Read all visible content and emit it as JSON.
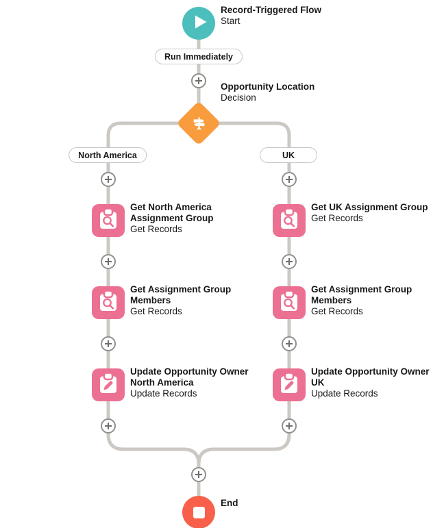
{
  "flow": {
    "start": {
      "title": "Record-Triggered Flow",
      "subtitle": "Start"
    },
    "run_badge": "Run Immediately",
    "decision": {
      "title": "Opportunity Location",
      "subtitle": "Decision"
    },
    "branches": [
      {
        "label": "North America",
        "nodes": [
          {
            "title": "Get North America Assignment Group",
            "subtitle": "Get Records",
            "type": "get-records"
          },
          {
            "title": "Get Assignment Group Members",
            "subtitle": "Get Records",
            "type": "get-records"
          },
          {
            "title": "Update Opportunity Owner North America",
            "subtitle": "Update Records",
            "type": "update-records"
          }
        ]
      },
      {
        "label": "UK",
        "nodes": [
          {
            "title": "Get UK Assignment Group",
            "subtitle": "Get Records",
            "type": "get-records"
          },
          {
            "title": "Get Assignment Group Members",
            "subtitle": "Get Records",
            "type": "get-records"
          },
          {
            "title": "Update Opportunity Owner UK",
            "subtitle": "Update Records",
            "type": "update-records"
          }
        ]
      }
    ],
    "end": {
      "title": "End"
    },
    "colors": {
      "start_teal": "#4CBFBC",
      "decision_orange": "#F89C3E",
      "data_pink": "#EC7092",
      "end_red": "#F8604C",
      "connector_gray": "#CCC8C4",
      "text_dark": "#181818"
    }
  }
}
